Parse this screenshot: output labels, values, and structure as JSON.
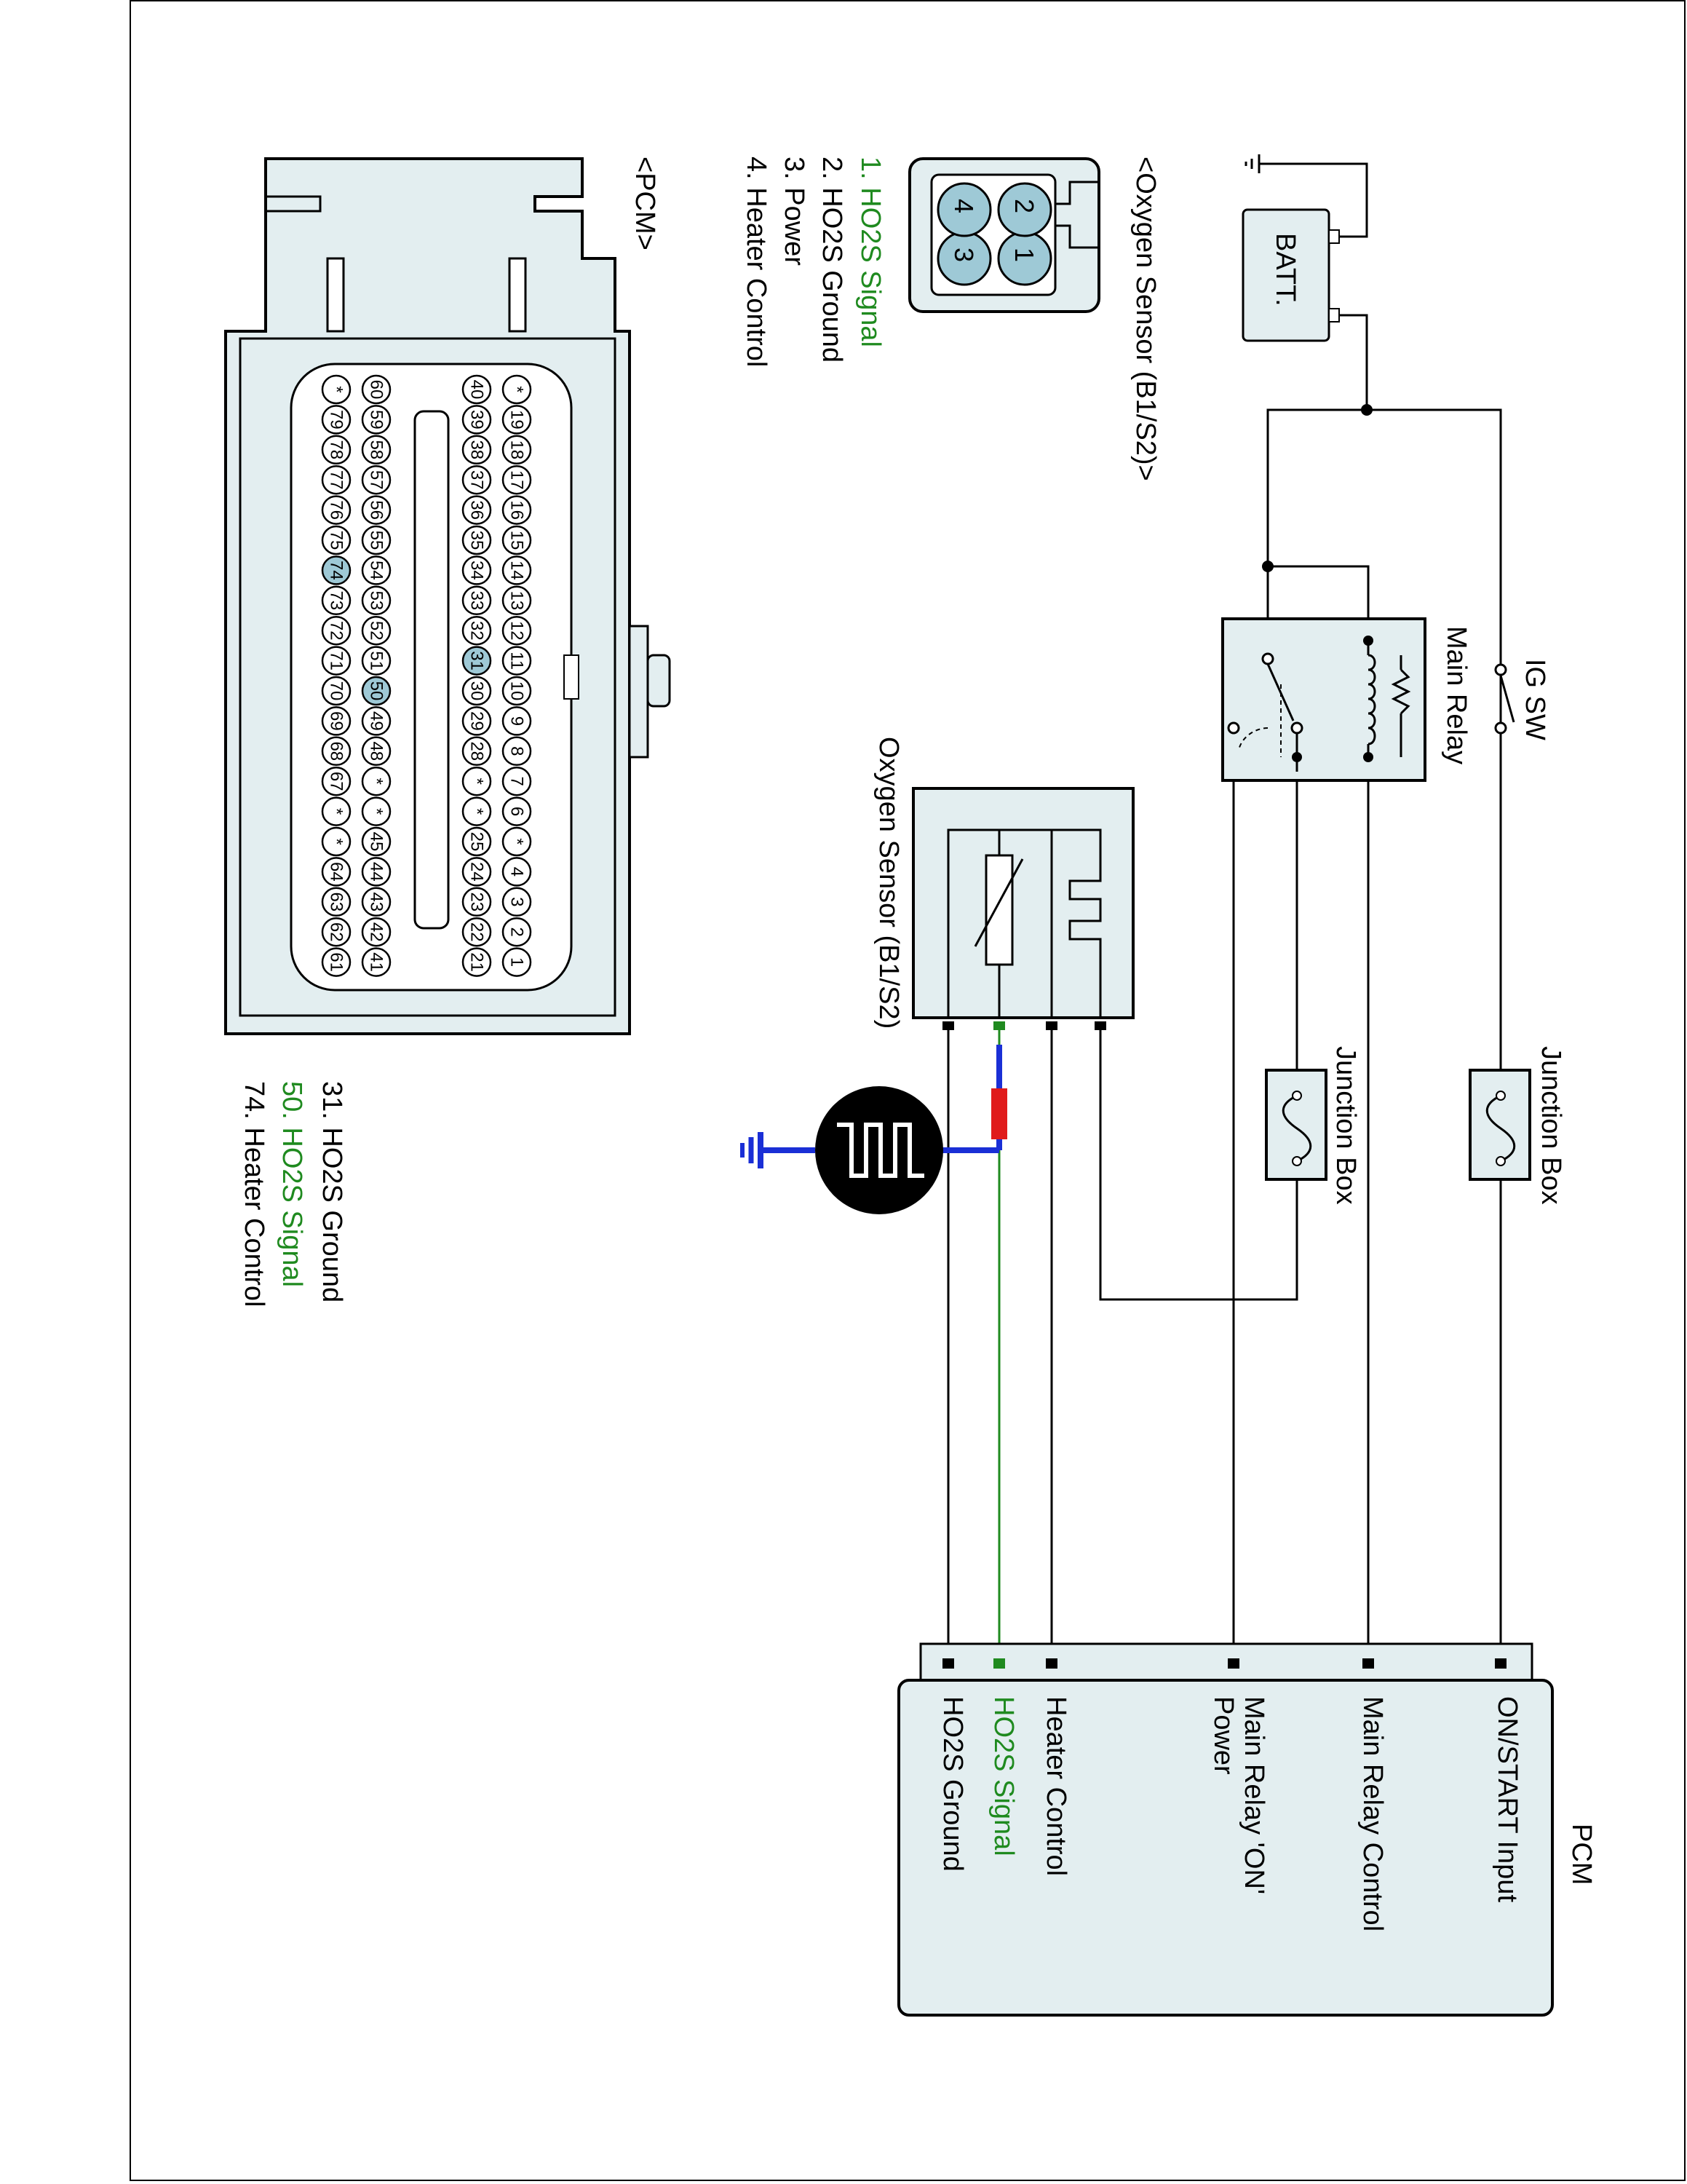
{
  "colors": {
    "wire": "#000000",
    "signal_green": "#1f8a1f",
    "shield_blue": "#1a2fd6",
    "connector_red": "#e01b1b",
    "connector_fill": "#e3eef0",
    "pin_highlight": "#9ec9d6"
  },
  "components": {
    "battery": "BATT.",
    "ig_switch": "IG SW",
    "main_relay": "Main Relay",
    "junction_box_1": "Junction Box",
    "junction_box_2": "Junction Box",
    "oxygen_sensor": "Oxygen Sensor (B1/S2)",
    "pcm": "PCM"
  },
  "pcm_pins": [
    {
      "label": "ON/START Input",
      "line2": ""
    },
    {
      "label": "Main Relay Control",
      "line2": ""
    },
    {
      "label": "Main Relay 'ON'",
      "line2": "Power"
    },
    {
      "label": "Heater Control",
      "line2": ""
    },
    {
      "label": "HO2S  Signal",
      "line2": ""
    },
    {
      "label": "HO2S  Ground",
      "line2": ""
    }
  ],
  "sensor_connector": {
    "title": "<Oxygen Sensor (B1/S2)>",
    "pins": [
      {
        "text": "1. HO2S  Signal",
        "highlight": true
      },
      {
        "text": "2. HO2S  Ground",
        "highlight": false
      },
      {
        "text": "3. Power",
        "highlight": false
      },
      {
        "text": "4. Heater Control",
        "highlight": false
      }
    ],
    "cavities": [
      "1",
      "2",
      "3",
      "4"
    ]
  },
  "pcm_connector": {
    "title": "<PCM>",
    "pins": [
      {
        "text": "31. HO2S  Ground",
        "highlight": false
      },
      {
        "text": "50. HO2S  Signal",
        "highlight": true
      },
      {
        "text": "74. Heater Control",
        "highlight": false
      }
    ],
    "rows": [
      [
        "*",
        "19",
        "18",
        "17",
        "16",
        "15",
        "14",
        "13",
        "12",
        "11",
        "10",
        "9",
        "8",
        "7",
        "6",
        "*",
        "4",
        "3",
        "2",
        "1"
      ],
      [
        "40",
        "39",
        "38",
        "37",
        "36",
        "35",
        "34",
        "33",
        "32",
        "31",
        "30",
        "29",
        "28",
        "*",
        "*",
        "25",
        "24",
        "23",
        "22",
        "21"
      ],
      [
        "60",
        "59",
        "58",
        "57",
        "56",
        "55",
        "54",
        "53",
        "52",
        "51",
        "50",
        "49",
        "48",
        "*",
        "*",
        "45",
        "44",
        "43",
        "42",
        "41"
      ],
      [
        "*",
        "79",
        "78",
        "77",
        "76",
        "75",
        "74",
        "73",
        "72",
        "71",
        "70",
        "69",
        "68",
        "67",
        "*",
        "*",
        "64",
        "63",
        "62",
        "61"
      ]
    ],
    "highlighted_pins": [
      "31",
      "50",
      "74"
    ]
  }
}
